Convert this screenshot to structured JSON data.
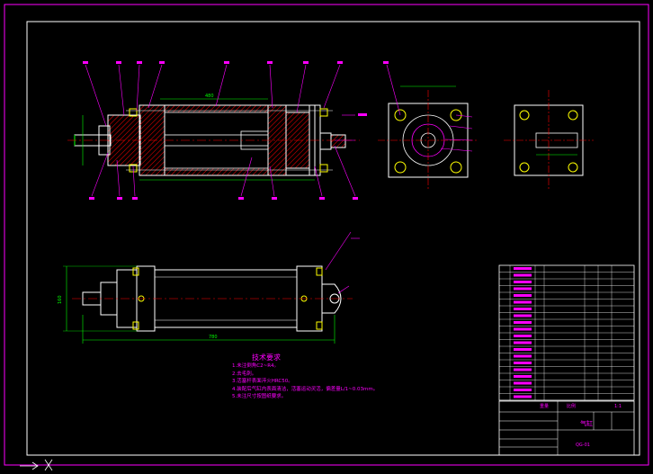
{
  "drawing": {
    "tech_requirements_title": "技术要求",
    "tech_requirements": [
      "1.未注倒角C2~R4。",
      "2.去毛刺。",
      "3.活塞杆表面淬火HRC50。",
      "4.装配后气缸内表面清洁，活塞运动灵活，偏差量L/1~0.03mm。",
      "5.未注尺寸按图纸要求。"
    ],
    "dimensions": {
      "overall_length": "780",
      "stroke": "480",
      "bore_diameter": "160"
    },
    "title_block": {
      "part_name": "气缸",
      "label_weight": "重量",
      "label_ratio": "比例",
      "scale": "1:1",
      "drawing_no": "QG-01"
    },
    "colors": {
      "background": "#000000",
      "frame": "#ffffff",
      "outline": "#ffffff",
      "hatch": "#ff0000",
      "centerline": "#ff0000",
      "dimension": "#00ff00",
      "leader": "#ff00ff",
      "text": "#ff00ff",
      "bolt": "#ffff00"
    }
  }
}
